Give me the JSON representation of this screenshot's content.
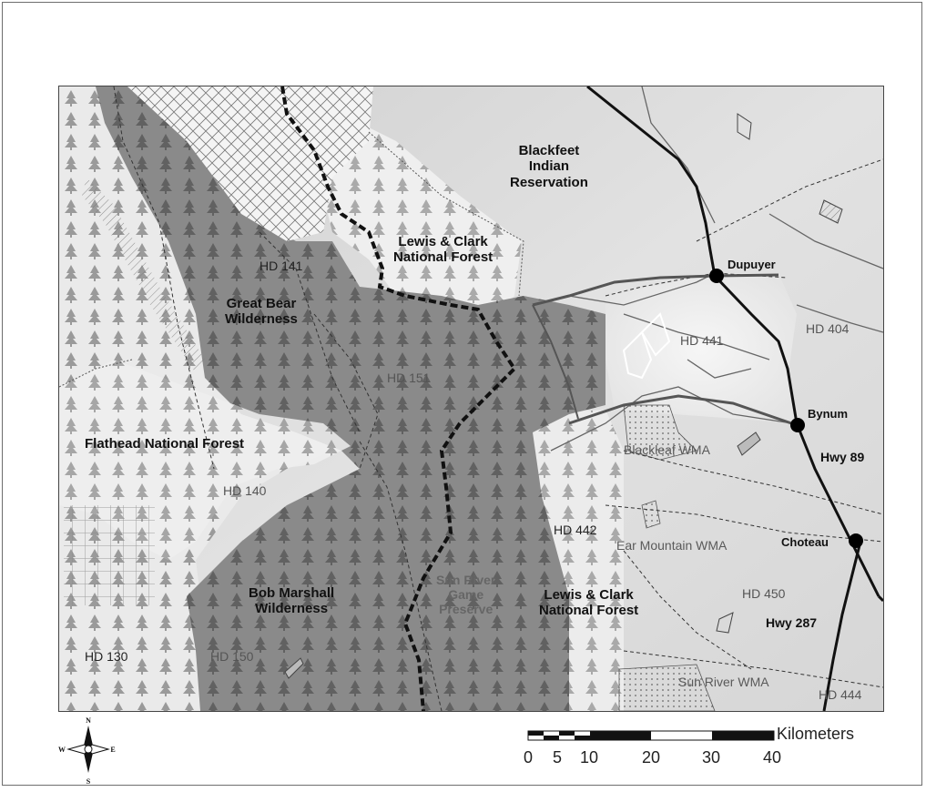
{
  "map": {
    "regions": {
      "blackfeet": "Blackfeet\nIndian\nReservation",
      "lewis_clark_north": "Lewis & Clark\nNational Forest",
      "great_bear": "Great Bear\nWilderness",
      "flathead": "Flathead National Forest",
      "bob_marshall": "Bob Marshall\nWilderness",
      "sun_river_preserve": "Sun River\nGame\nPreserve",
      "lewis_clark_south": "Lewis & Clark\nNational Forest"
    },
    "hunting_districts": {
      "hd141": "HD 141",
      "hd151": "HD 151",
      "hd140": "HD 140",
      "hd130": "HD 130",
      "hd150": "HD 150",
      "hd441": "HD 441",
      "hd404": "HD 404",
      "hd442": "HD 442",
      "hd450": "HD 450",
      "hd444": "HD 444"
    },
    "wmas": {
      "blackleaf": "Blackleaf WMA",
      "ear_mountain": "Ear Mountain WMA",
      "sun_river": "Sun River WMA"
    },
    "towns": {
      "dupuyer": "Dupuyer",
      "bynum": "Bynum",
      "choteau": "Choteau"
    },
    "highways": {
      "hwy89": "Hwy 89",
      "hwy287": "Hwy 287"
    }
  },
  "scale": {
    "unit": "Kilometers",
    "ticks": [
      "0",
      "5",
      "10",
      "20",
      "30",
      "40"
    ]
  },
  "compass": {
    "n": "N",
    "s": "S",
    "e": "E",
    "w": "W"
  },
  "colors": {
    "wilderness": "#8a8a8a",
    "forest": "#e6e6e6",
    "plains": "#dcdcdc",
    "road": "#111111"
  }
}
